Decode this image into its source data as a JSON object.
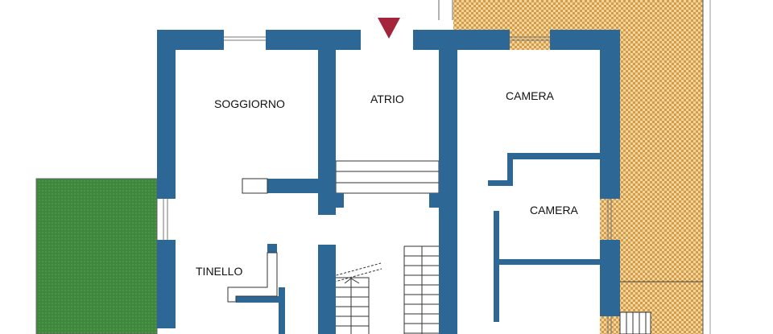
{
  "rooms": {
    "soggiorno": "SOGGIORNO",
    "atrio": "ATRIO",
    "camera1": "CAMERA",
    "camera2": "CAMERA",
    "tinello": "TINELLO"
  },
  "colors": {
    "wall": "#2d6796",
    "garden": "#3f8a3f",
    "terrace": "#e9c77a",
    "terrace_dots": "#c98a3a",
    "entrance_marker": "#a3243b"
  },
  "icons": [
    "entrance-triangle-icon",
    "stair-direction-arrow-icon"
  ]
}
